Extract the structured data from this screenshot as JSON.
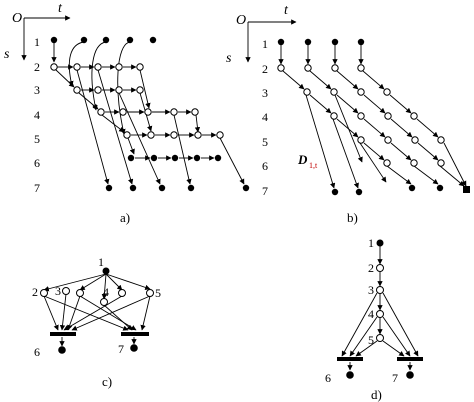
{
  "diagram": {
    "panel_a": {
      "origin_label": "O",
      "t_label": "t",
      "s_label": "s",
      "row_labels": [
        "1",
        "2",
        "3",
        "4",
        "5",
        "6",
        "7"
      ],
      "caption": "a)"
    },
    "panel_b": {
      "origin_label": "O",
      "t_label": "t",
      "s_label": "s",
      "row_labels": [
        "1",
        "2",
        "3",
        "4",
        "5",
        "6",
        "7"
      ],
      "annotation_main": "D",
      "annotation_sub": "1,t",
      "caption": "b)"
    },
    "panel_c": {
      "node_labels": [
        "1",
        "2",
        "3",
        "4",
        "5",
        "6",
        "7"
      ],
      "caption": "c)"
    },
    "panel_d": {
      "node_labels": [
        "1",
        "2",
        "3",
        "4",
        "5",
        "6",
        "7"
      ],
      "caption": "d)"
    }
  }
}
